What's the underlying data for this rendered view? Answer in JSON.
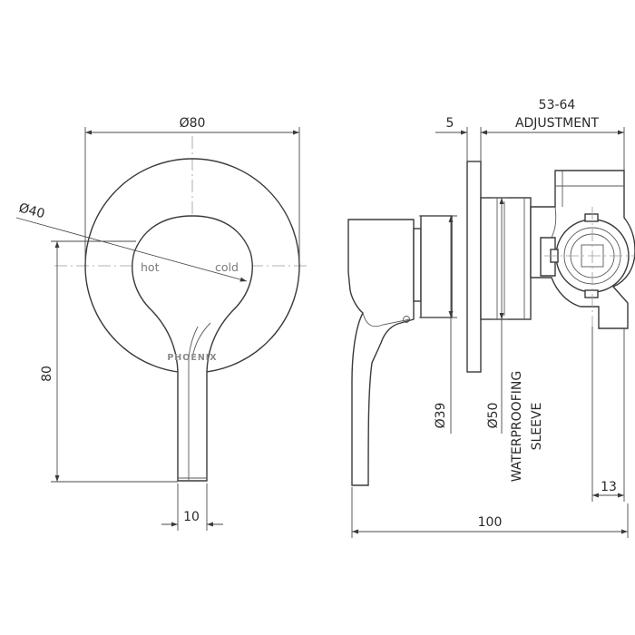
{
  "front_view": {
    "diameter_plate": "Ø80",
    "diameter_handle_hub": "Ø40",
    "height_total": "80",
    "handle_width": "10",
    "label_hot": "hot",
    "label_cold": "cold",
    "logo_text": "PHOENIX"
  },
  "side_view": {
    "plate_thickness": "5",
    "adjustment_range": "53-64",
    "adjustment_label": "ADJUSTMENT",
    "diameter_hub": "Ø39",
    "diameter_sleeve": "Ø50",
    "sleeve_label_1": "WATERPROOFING",
    "sleeve_label_2": "SLEEVE",
    "outlet_offset": "13",
    "overall_length": "100"
  },
  "colors": {
    "line": "#3a3a3a",
    "centerline": "#9a9a9a"
  }
}
